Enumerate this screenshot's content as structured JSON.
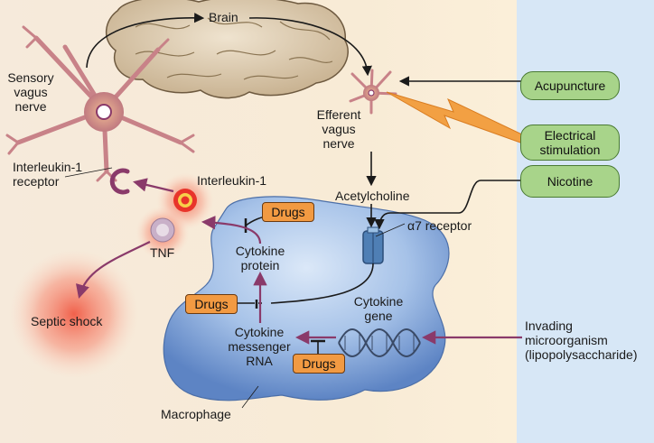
{
  "colors": {
    "bg_left": "#f8ecdc",
    "bg_right": "#d6e7f7",
    "cell": "#7a9fd6",
    "neuron": "#c27a7a",
    "arrow_purple": "#8a3a6a",
    "pill_green": "#a8d48a",
    "drug_orange": "#f29a42",
    "lightning": "#f2a043"
  },
  "labels": {
    "brain": "Brain",
    "sensory_vagus_nerve": [
      "Sensory",
      "vagus",
      "nerve"
    ],
    "efferent_vagus_nerve": [
      "Efferent",
      "vagus",
      "nerve"
    ],
    "interleukin_receptor": [
      "Interleukin-1",
      "receptor"
    ],
    "interleukin": "Interleukin-1",
    "tnf": "TNF",
    "septic_shock": "Septic shock",
    "acetylcholine": "Acetylcholine",
    "alpha7_receptor": "α7 receptor",
    "cytokine_protein": [
      "Cytokine",
      "protein"
    ],
    "cytokine_gene": [
      "Cytokine",
      "gene"
    ],
    "cytokine_mrna": [
      "Cytokine",
      "messenger",
      "RNA"
    ],
    "macrophage": "Macrophage",
    "invading": [
      "Invading",
      "microorganism",
      "(lipopolysaccharide)"
    ]
  },
  "stimuli": {
    "acupuncture": "Acupuncture",
    "electrical_stimulation": [
      "Electrical",
      "stimulation"
    ],
    "nicotine": "Nicotine"
  },
  "drugs": {
    "protein": "Drugs",
    "translation": "Drugs",
    "transcription": "Drugs"
  }
}
